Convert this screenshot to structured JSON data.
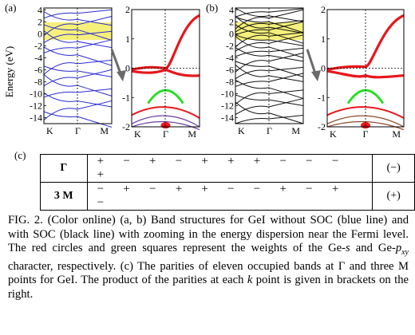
{
  "panels": {
    "a_label": "(a)",
    "b_label": "(b)",
    "c_label": "(c)",
    "ylabel": "Energy (eV)",
    "main_yticks": [
      "4",
      "2",
      "0",
      "-2",
      "-4",
      "-6",
      "-8",
      "-10",
      "-12",
      "-14"
    ],
    "main_ytick_values": [
      4,
      2,
      0,
      -2,
      -4,
      -6,
      -8,
      -10,
      -12,
      -14
    ],
    "main_xticks": [
      "K",
      "Γ",
      "M"
    ],
    "zoom_yticks": [
      "2",
      "1",
      "0",
      "-1",
      "-2"
    ],
    "zoom_ytick_values": [
      2,
      1,
      0,
      -1,
      -2
    ],
    "zoom_xticks": [
      "K",
      "Γ",
      "M"
    ],
    "colors": {
      "noSOC_bands": "#2b2bd0",
      "SOC_bands": "#111111",
      "fermi_window": "#f5f07a",
      "ge_s_weight": "#e8161c",
      "ge_pxy_weight": "#2bdc2b",
      "arrow": "#6a6a6a"
    }
  },
  "chart_data": [
    {
      "type": "line",
      "panel": "(a) left",
      "ylabel": "Energy (eV)",
      "ylim": [
        -15,
        4.3
      ],
      "xticks": [
        "K",
        "Γ",
        "M"
      ],
      "fermi_window_ylim": [
        -0.5,
        1.8
      ]
    },
    {
      "type": "line",
      "panel": "(a) zoom",
      "ylim": [
        -2,
        2
      ],
      "xticks": [
        "K",
        "Γ",
        "M"
      ]
    },
    {
      "type": "line",
      "panel": "(b) left",
      "ylim": [
        -15,
        4.3
      ],
      "xticks": [
        "K",
        "Γ",
        "M"
      ],
      "fermi_window_ylim": [
        -0.5,
        1.8
      ]
    },
    {
      "type": "line",
      "panel": "(b) zoom",
      "ylim": [
        -2,
        2
      ],
      "xticks": [
        "K",
        "Γ",
        "M"
      ]
    }
  ],
  "parity_table": {
    "rows": [
      {
        "kpoint": "Γ",
        "signs": [
          "+",
          "−",
          "+",
          "−",
          "+",
          "+",
          "+",
          "−",
          "−",
          "−",
          "+"
        ],
        "product": "(−)"
      },
      {
        "kpoint": "3 M",
        "signs": [
          "−",
          "+",
          "−",
          "+",
          "+",
          "−",
          "−",
          "+",
          "−",
          "+",
          "−"
        ],
        "product": "(+)"
      }
    ]
  },
  "caption": {
    "fig": "FIG. 2.",
    "p1": " (Color online)  (a, b) Band structures for GeI without SOC (blue line) and with SOC (black line) with zooming in the energy dispersion near the Fermi level. The red circles and green squares represent the weights of the Ge-",
    "s": "s",
    "p2": " and Ge-",
    "pxy_base": "p",
    "pxy_sub": "xy",
    "p3": " character, respectively. (c) The parities of eleven occupied bands at Γ and three M points for GeI. The product of the parities at each ",
    "k": "k",
    "p4": " point is given in brackets on the right."
  }
}
